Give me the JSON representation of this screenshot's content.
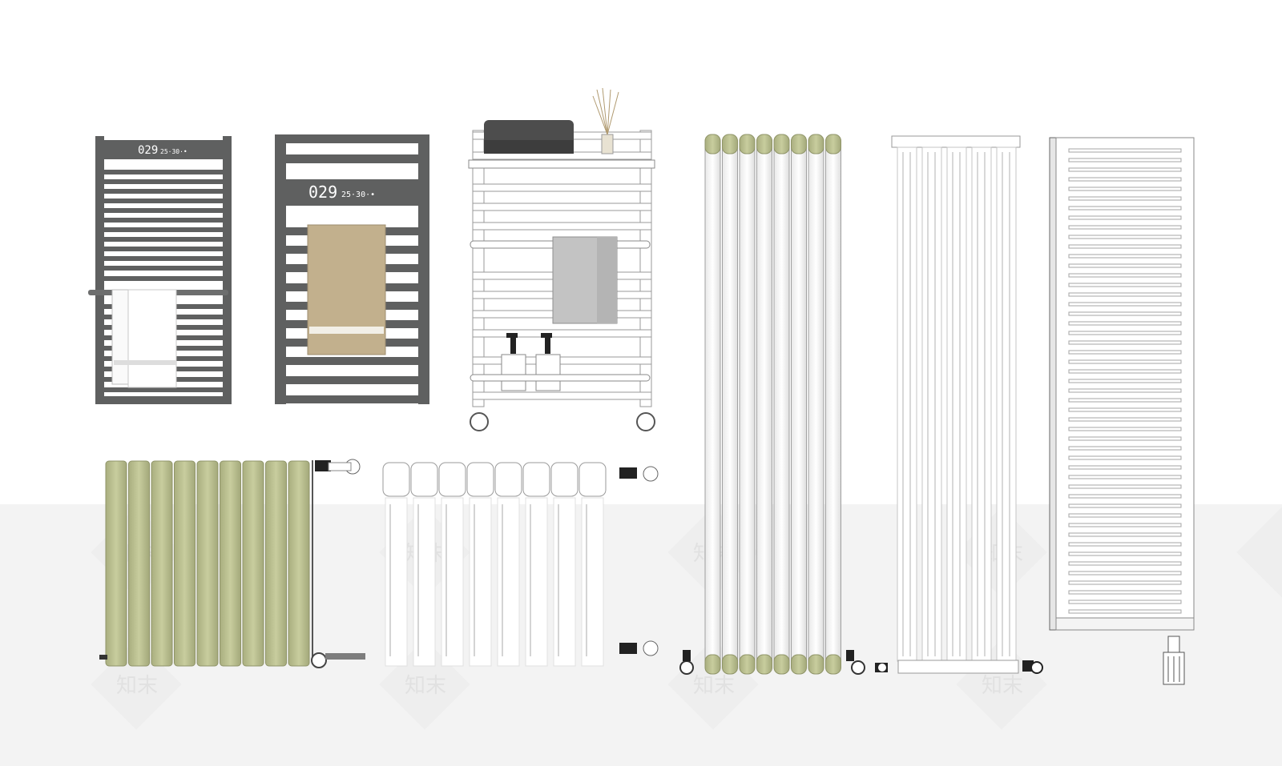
{
  "displays": [
    {
      "main": "029",
      "small": "25·30·•"
    },
    {
      "main": "029",
      "small": "25·30·•"
    }
  ],
  "watermark": {
    "text": "知末"
  },
  "colors": {
    "background": "#ffffff",
    "floor": "#f3f3f3",
    "charcoal": "#5f6060",
    "olive": "#bcc291",
    "white_pipe": "#ffffff",
    "towel_tan": "#c2b08d",
    "towel_grey": "#c3c3c3",
    "outline": "#8a8a8a"
  },
  "icons": [
    "towel-radiator-icon",
    "column-radiator-icon",
    "panel-radiator-icon",
    "valve-icon"
  ]
}
